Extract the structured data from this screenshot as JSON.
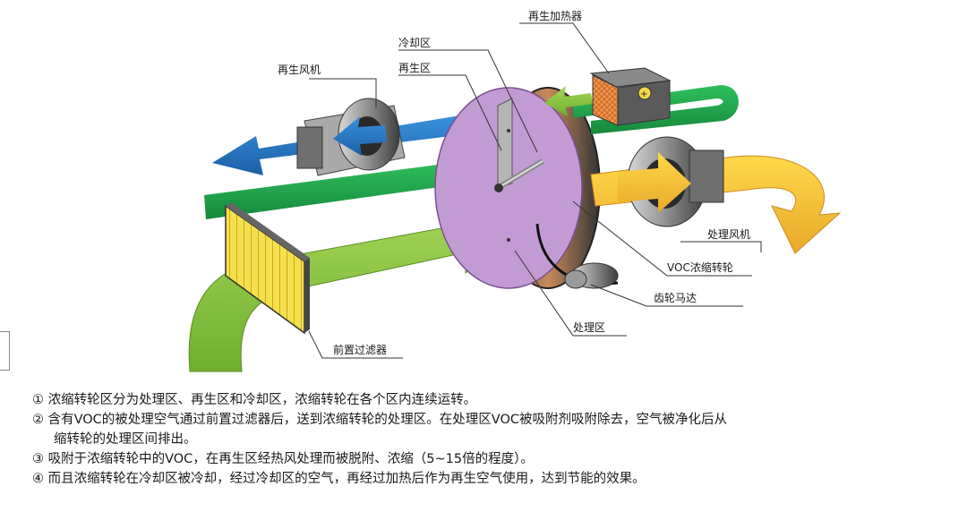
{
  "labels": {
    "cooling_zone": "冷却区",
    "regen_zone": "再生区",
    "regen_heater": "再生加热器",
    "regen_fan": "再生风机",
    "process_fan": "处理风机",
    "voc_wheel": "VOC浓缩转轮",
    "gear_motor": "齿轮马达",
    "process_zone": "处理区",
    "pre_filter": "前置过滤器"
  },
  "description": [
    "① 浓缩转轮区分为处理区、再生区和冷却区，浓缩转轮在各个区内连续运转。",
    "② 含有VOC的被处理空气通过前置过滤器后，送到浓缩转轮的处理区。在处理区VOC被吸附剂吸附除去，空气被净化后从",
    "缩转轮的处理区间排出。",
    "③ 吸附于浓缩转轮中的VOC，在再生区经热风处理而被脱附、浓缩（5~15倍的程度）。",
    "④ 而且浓缩转轮在冷却区被冷却，经过冷却区的空气，再经过加热后作为再生空气使用，达到节能的效果。"
  ],
  "colors": {
    "process_air": "#8cc63f",
    "regen_air": "#1e73be",
    "cooling_air": "#1aa34a",
    "clean_air": "#f2c230",
    "wheel": "#c39bd3"
  }
}
